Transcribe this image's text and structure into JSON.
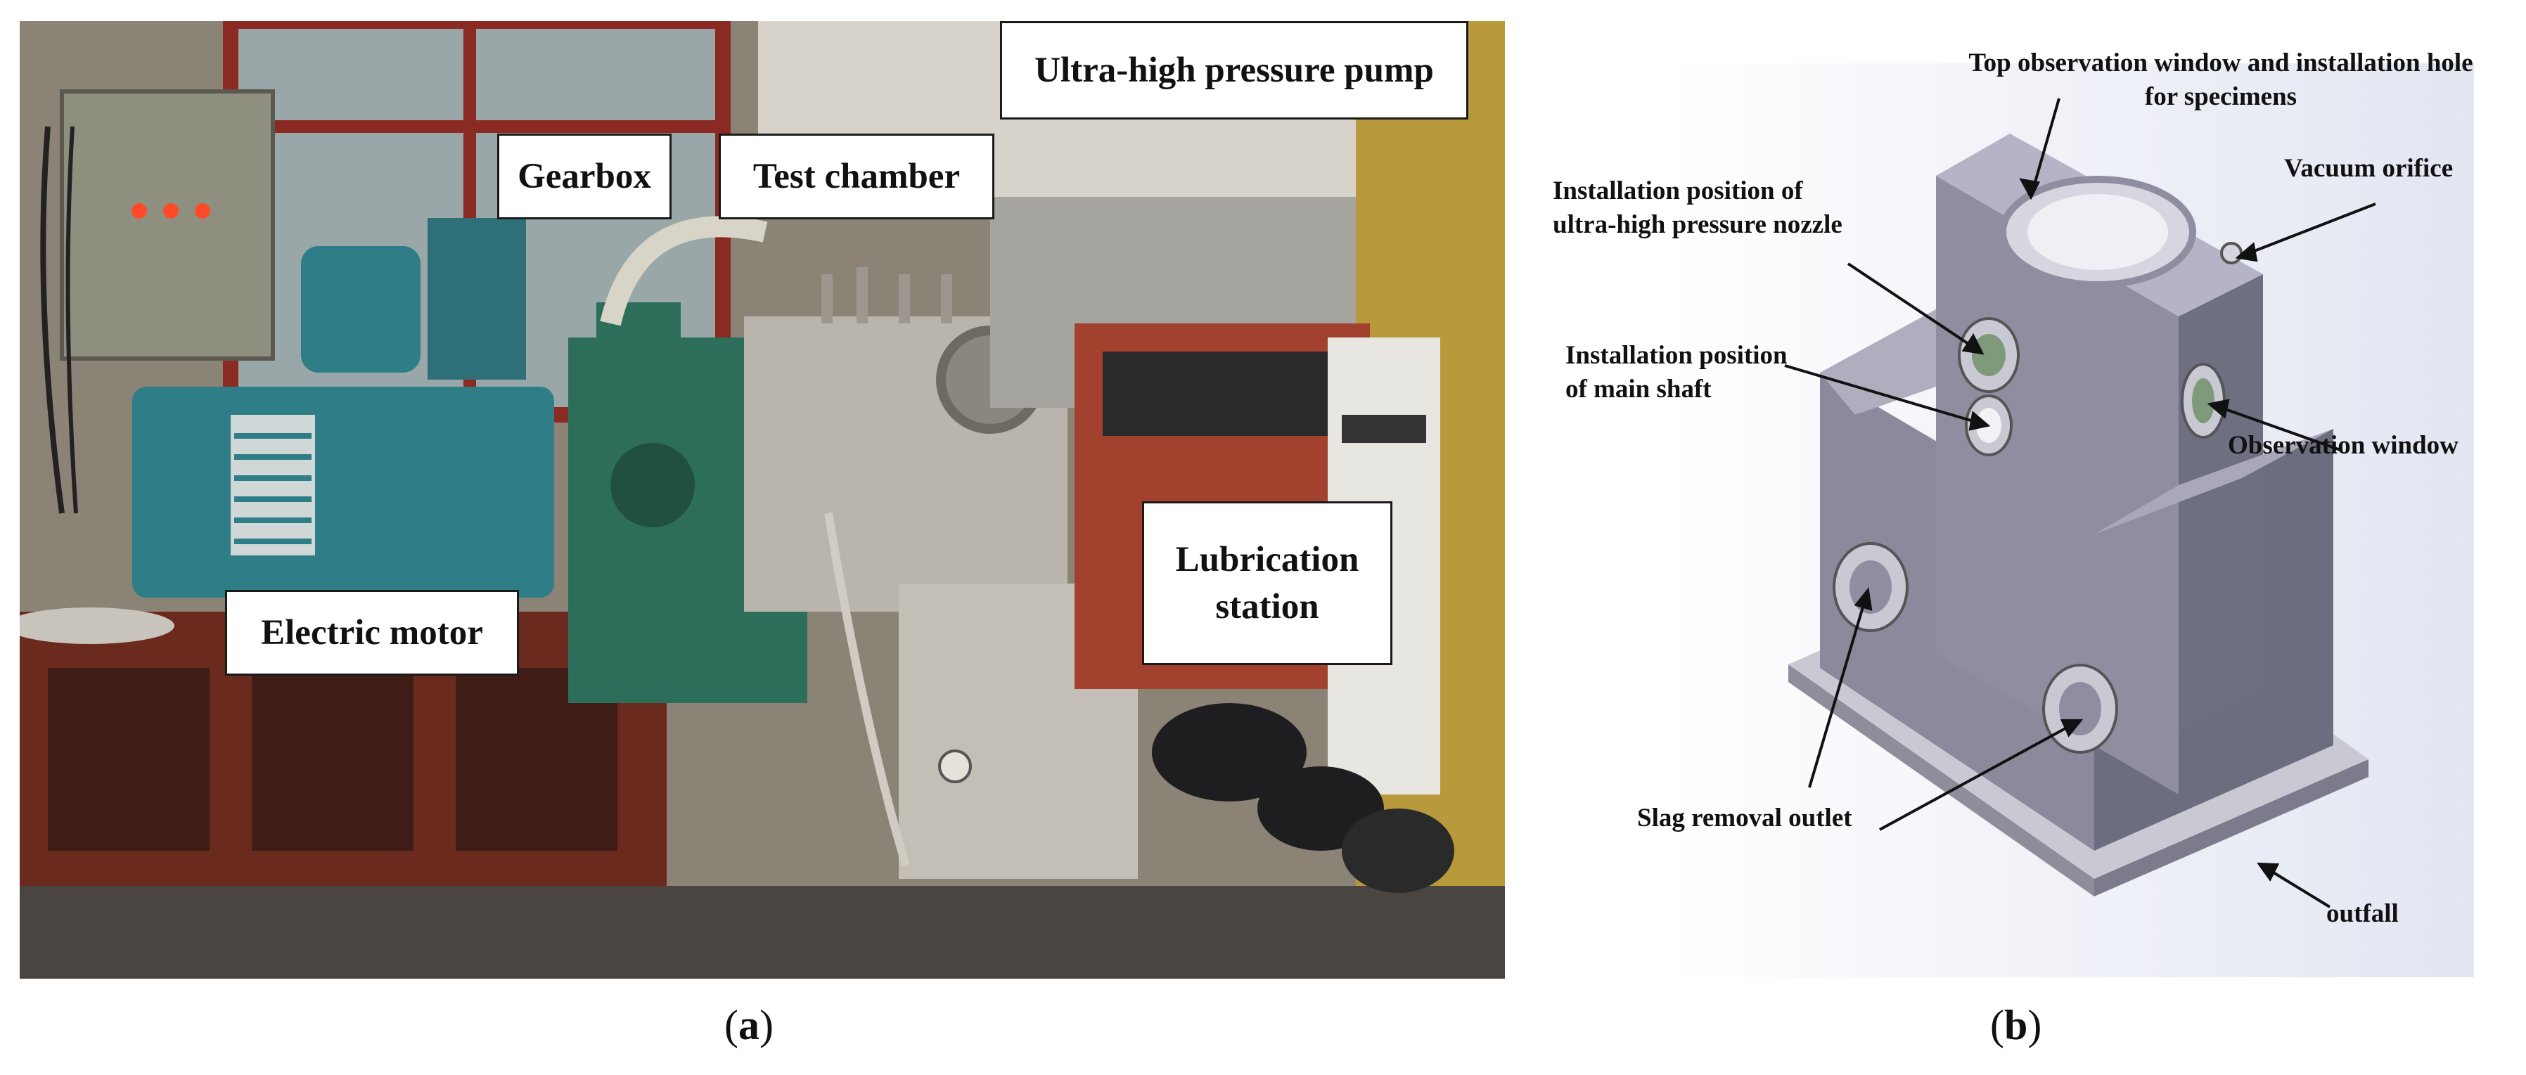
{
  "panel_a": {
    "labels": {
      "pump": "Ultra-high pressure pump",
      "gearbox": "Gearbox",
      "test_chamber": "Test chamber",
      "lubrication_line1": "Lubrication",
      "lubrication_line2": "station",
      "motor": "Electric motor"
    },
    "caption_paren_open": "(",
    "caption_letter": "a",
    "caption_paren_close": ")"
  },
  "panel_b": {
    "annotations": {
      "top_window_line1": "Top observation window and installation hole",
      "top_window_line2": "for specimens",
      "vacuum": "Vacuum orifice",
      "nozzle_line1": "Installation position of",
      "nozzle_line2": "ultra-high pressure nozzle",
      "shaft_line1": "Installation position",
      "shaft_line2": "of main shaft",
      "observation": "Observation window",
      "slag": "Slag removal outlet",
      "outfall": "outfall"
    },
    "caption_paren_open": "(",
    "caption_letter": "b",
    "caption_paren_close": ")"
  },
  "colors": {
    "housing_front": "#8a8a9c",
    "housing_side": "#6d6d80",
    "housing_top": "#b4b4c6",
    "flange": "#c9c9d4",
    "window_green": "#7f9a7a",
    "motor_teal": "#2f7d87",
    "gearbox_green": "#2d6e5a",
    "frame_red": "#6a2a1e"
  }
}
